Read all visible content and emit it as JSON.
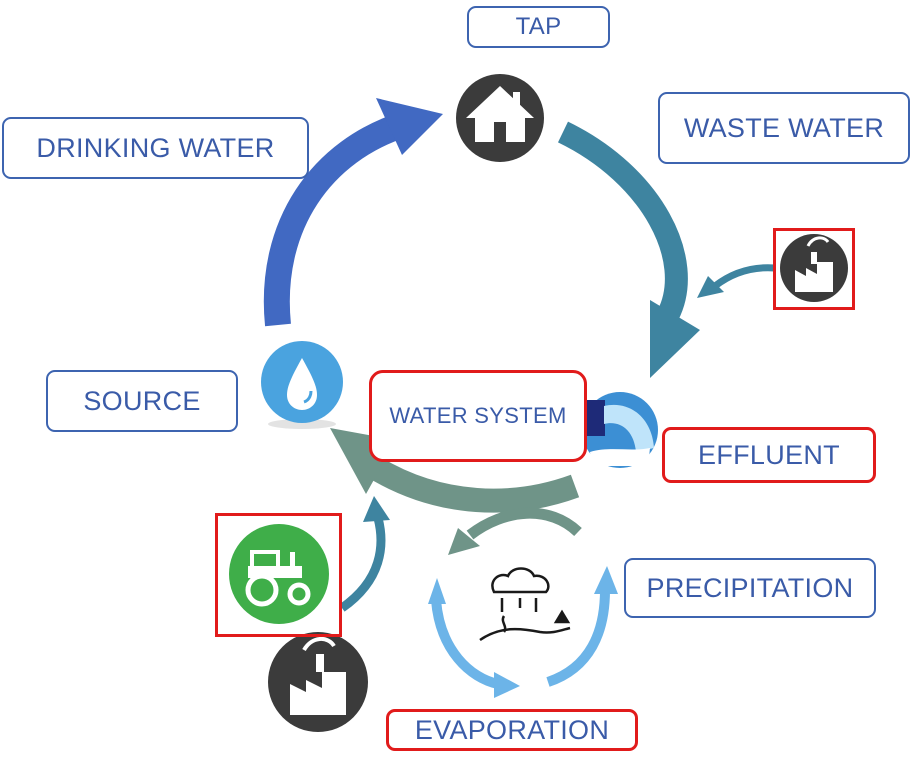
{
  "labels": {
    "tap": "TAP",
    "waste_water": "WASTE WATER",
    "drinking_water": "DRINKING WATER",
    "source": "SOURCE",
    "water_system": "WATER SYSTEM",
    "effluent": "EFFLUENT",
    "precipitation": "PRECIPITATION",
    "evaporation": "EVAPORATION"
  },
  "icons": {
    "tap": "house-icon",
    "source": "water-drop-icon",
    "industry_effluent": "factory-icon",
    "effluent": "discharge-pipe-icon",
    "agriculture": "tractor-icon",
    "industry_source": "factory-icon",
    "weather": "rain-cloud-icon"
  },
  "colors": {
    "label_text": "#3a5ba8",
    "box_border_blue": "#3d64b0",
    "box_border_red": "#e11b1b",
    "arrow_supply": "#4169c2",
    "arrow_waste": "#3e84a0",
    "arrow_return": "#6f9488",
    "arrow_cycle": "#6cb4e8",
    "icon_dark": "#3b3b3b",
    "icon_drop": "#4aa3df",
    "icon_tractor": "#3fae49"
  }
}
